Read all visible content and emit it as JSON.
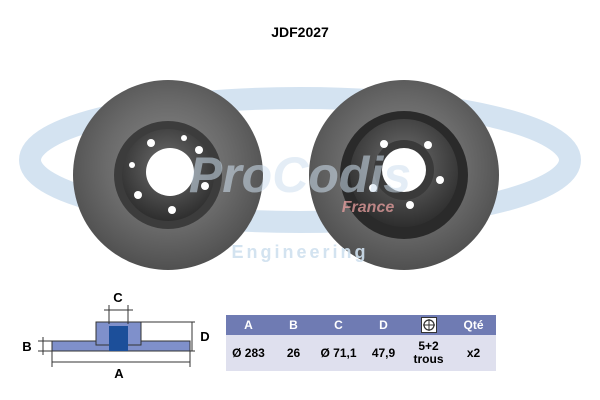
{
  "part_code": "JDF2027",
  "watermark": {
    "brand": "ProCodis",
    "sub": "France",
    "tagline": "Engineering"
  },
  "diagram_labels": {
    "A": "A",
    "B": "B",
    "C": "C",
    "D": "D"
  },
  "specs": {
    "headers": [
      "A",
      "B",
      "C",
      "D",
      "holes-icon",
      "Qté"
    ],
    "values": [
      "Ø 283",
      "26",
      "Ø 71,1",
      "47,9",
      "5+2 trous",
      "x2"
    ]
  },
  "colors": {
    "table_header": "#6f7bb3",
    "table_row": "#dfe0ee",
    "diagram_fill": "#7f90cb",
    "hub_fill": "#1c4f9a",
    "watermark": "#cfe0ef"
  }
}
